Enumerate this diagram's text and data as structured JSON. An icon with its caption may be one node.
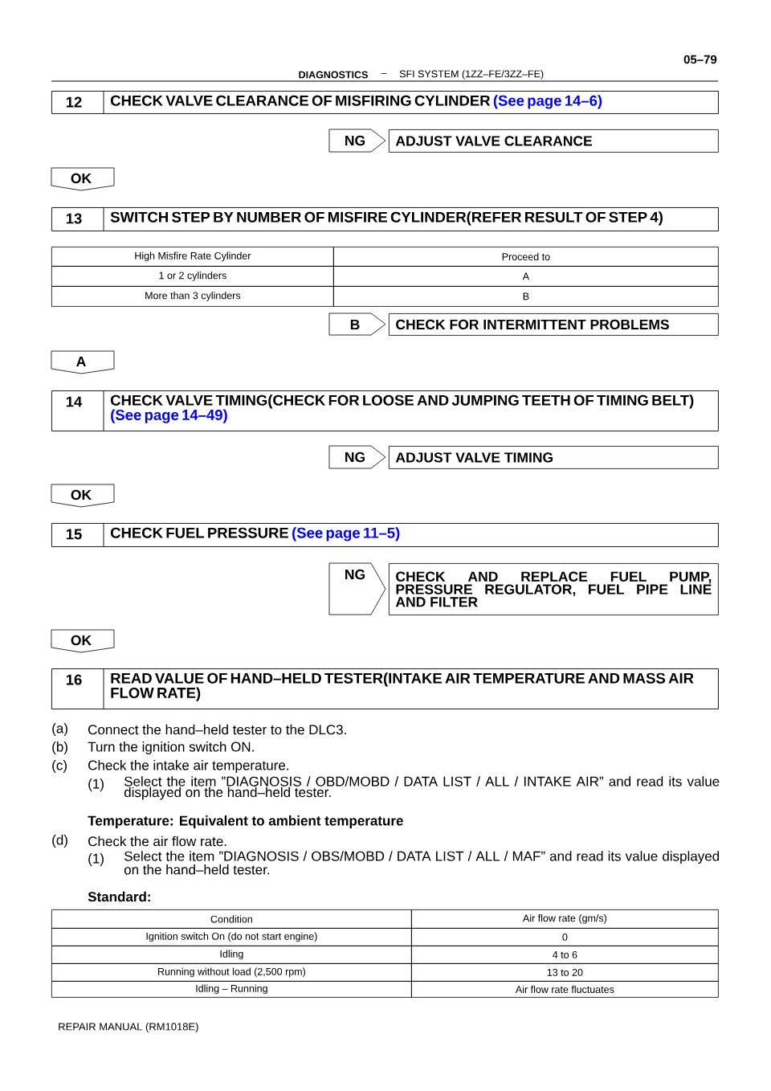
{
  "diagram": {
    "nodes": [
      {
        "text": [
          "12",
          "CHECK VALVE CLEARANCE OF MISFIRING CYLINDER",
          "(See page 14–6)"
        ]
      },
      {
        "text": [
          "NG"
        ]
      },
      {
        "text": [
          "ADJUST VALVE CLEARANCE"
        ]
      },
      {
        "text": [
          "OK"
        ]
      },
      {
        "text": [
          "13",
          "SWITCH STEP BY NUMBER OF MISFIRE CYLINDER(REFER RESULT OF STEP 4)"
        ]
      },
      {
        "text": [
          "B"
        ]
      },
      {
        "text": [
          "CHECK FOR INTERMITTENT PROBLEMS"
        ]
      },
      {
        "text": [
          "A"
        ]
      },
      {
        "text": [
          "14",
          "CHECK VALVE TIMING(CHECK FOR LOOSE AND JUMPING TEETH OF TIMING BELT)",
          "(See page 14–49)"
        ]
      },
      {
        "text": [
          "NG"
        ]
      },
      {
        "text": [
          "ADJUST VALVE TIMING"
        ]
      },
      {
        "text": [
          "OK"
        ]
      },
      {
        "text": [
          "15",
          "CHECK FUEL PRESSURE",
          "(See page 11–5)"
        ]
      },
      {
        "text": [
          "NG"
        ]
      },
      {
        "text": [
          "CHECK AND REPLACE FUEL PUMP, PRESSURE REGULATOR, FUEL PIPE LINE AND FILTER"
        ]
      },
      {
        "text": [
          "OK"
        ]
      },
      {
        "text": [
          "16",
          "READ VALUE OF HAND–HELD TESTER(INTAKE AIR TEMPERATURE AND MASS AIR FLOW RATE)"
        ]
      }
    ],
    "labels": [
      "05–79",
      "DIAGNOSTICS",
      "–",
      "SFI SYSTEM (1ZZ–FE/3ZZ–FE)",
      "High Misfire Rate Cylinder",
      "Proceed to",
      "1 or 2 cylinders",
      "A",
      "More than 3 cylinders",
      "B",
      "(a)",
      "Connect the hand–held tester to the DLC3.",
      "(b)",
      "Turn the ignition switch ON.",
      "(c)",
      "Check the intake air temperature.",
      "(1)",
      "Select the item ”DIAGNOSIS / OBD/MOBD / DATA LIST / ALL / INTAKE AIR” and read its value displayed on the hand–held tester.",
      "Temperature: Equivalent to ambient temperature",
      "(d)",
      "Check the air flow rate.",
      "(1)",
      "Select the item ”DIAGNOSIS / OBS/MOBD / DATA LIST / ALL / MAF” and read its value displayed on the hand–held tester.",
      "Standard:",
      "Condition",
      "Air flow rate (gm/s)",
      "Ignition switch On (do not start engine)",
      "0",
      "Idling",
      "4 to 6",
      "Running without load (2,500 rpm)",
      "13 to 20",
      "Idling – Running",
      "Air flow rate fluctuates",
      "REPAIR MANUAL (RM1018E)"
    ]
  }
}
